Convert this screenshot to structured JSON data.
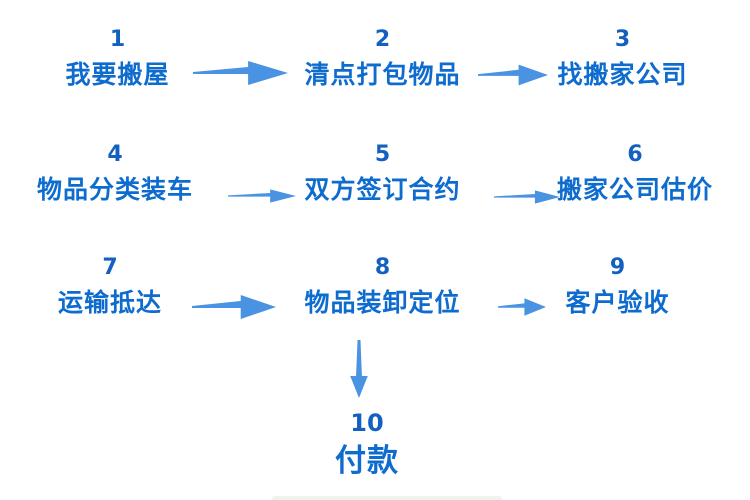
{
  "diagram": {
    "name": "moving-house-process-flowchart",
    "steps": [
      {
        "number": "1",
        "label": "我要搬屋"
      },
      {
        "number": "2",
        "label": "清点打包物品"
      },
      {
        "number": "3",
        "label": "找搬家公司"
      },
      {
        "number": "4",
        "label": "物品分类装车"
      },
      {
        "number": "5",
        "label": "双方签订合约"
      },
      {
        "number": "6",
        "label": "搬家公司估价"
      },
      {
        "number": "7",
        "label": "运输抵达"
      },
      {
        "number": "8",
        "label": "物品装卸定位"
      },
      {
        "number": "9",
        "label": "客户验收"
      },
      {
        "number": "10",
        "label": "付款"
      }
    ],
    "connections": [
      {
        "from": "1",
        "to": "2",
        "direction": "right"
      },
      {
        "from": "2",
        "to": "3",
        "direction": "right"
      },
      {
        "from": "4",
        "to": "5",
        "direction": "right"
      },
      {
        "from": "5",
        "to": "6",
        "direction": "right"
      },
      {
        "from": "7",
        "to": "8",
        "direction": "right"
      },
      {
        "from": "8",
        "to": "9",
        "direction": "right"
      },
      {
        "from": "8",
        "to": "10",
        "direction": "down"
      }
    ]
  },
  "colors": {
    "number": "#1460c0",
    "label": "#0e6ccf",
    "arrow": "#4a92e2",
    "background": "#ffffff"
  }
}
